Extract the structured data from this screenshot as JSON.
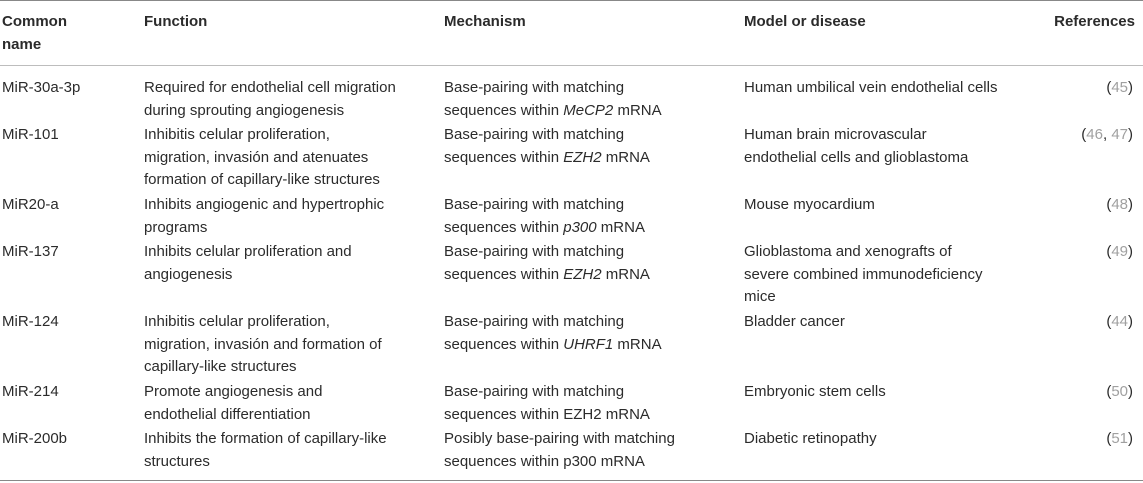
{
  "headers": {
    "common_name": [
      "Common",
      "name"
    ],
    "function": "Function",
    "mechanism": "Mechanism",
    "model": "Model or disease",
    "references": "References"
  },
  "rows": [
    {
      "name": "MiR-30a-3p",
      "function": [
        "Required for endothelial cell migration",
        "during sprouting angiogenesis"
      ],
      "mechanism": {
        "line1": "Base-pairing with matching",
        "pre": "sequences within ",
        "gene": "MeCP2",
        "post": " mRNA"
      },
      "model": [
        "Human umbilical vein endothelial cells"
      ],
      "refs": [
        "45"
      ]
    },
    {
      "name": "MiR-101",
      "function": [
        "Inhibitis celular proliferation,",
        "migration, invasión and atenuates",
        "formation of capillary-like structures"
      ],
      "mechanism": {
        "line1": "Base-pairing with matching",
        "pre": "sequences within ",
        "gene": "EZH2",
        "post": " mRNA"
      },
      "model": [
        "Human brain microvascular",
        "endothelial cells and glioblastoma"
      ],
      "refs": [
        "46",
        "47"
      ]
    },
    {
      "name": "MiR20-a",
      "function": [
        "Inhibits angiogenic and hypertrophic",
        "programs"
      ],
      "mechanism": {
        "line1": "Base-pairing with matching",
        "pre": "sequences within ",
        "gene": "p300",
        "post": " mRNA"
      },
      "model": [
        "Mouse myocardium"
      ],
      "refs": [
        "48"
      ]
    },
    {
      "name": "MiR-137",
      "function": [
        "Inhibits celular proliferation and",
        "angiogenesis"
      ],
      "mechanism": {
        "line1": "Base-pairing with matching",
        "pre": "sequences within ",
        "gene": "EZH2",
        "post": " mRNA"
      },
      "model": [
        "Glioblastoma and xenografts of",
        "severe combined immunodeficiency",
        "mice"
      ],
      "refs": [
        "49"
      ]
    },
    {
      "name": "MiR-124",
      "function": [
        "Inhibitis celular proliferation,",
        "migration, invasión and formation of",
        "capillary-like structures"
      ],
      "mechanism": {
        "line1": "Base-pairing with matching",
        "pre": "sequences within ",
        "gene": "UHRF1",
        "post": " mRNA"
      },
      "model": [
        "Bladder cancer"
      ],
      "refs": [
        "44"
      ]
    },
    {
      "name": "MiR-214",
      "function": [
        "Promote angiogenesis and",
        "endothelial differentiation"
      ],
      "mechanism": {
        "line1": "Base-pairing with matching",
        "pre": "sequences within EZH2 mRNA",
        "gene": "",
        "post": ""
      },
      "model": [
        "Embryonic stem cells"
      ],
      "refs": [
        "50"
      ]
    },
    {
      "name": "MiR-200b",
      "function": [
        "Inhibits the formation of capillary-like",
        "structures"
      ],
      "mechanism": {
        "line1": "Posibly base-pairing with matching",
        "pre": "sequences within p300 mRNA",
        "gene": "",
        "post": ""
      },
      "model": [
        "Diabetic retinopathy"
      ],
      "refs": [
        "51"
      ]
    }
  ]
}
